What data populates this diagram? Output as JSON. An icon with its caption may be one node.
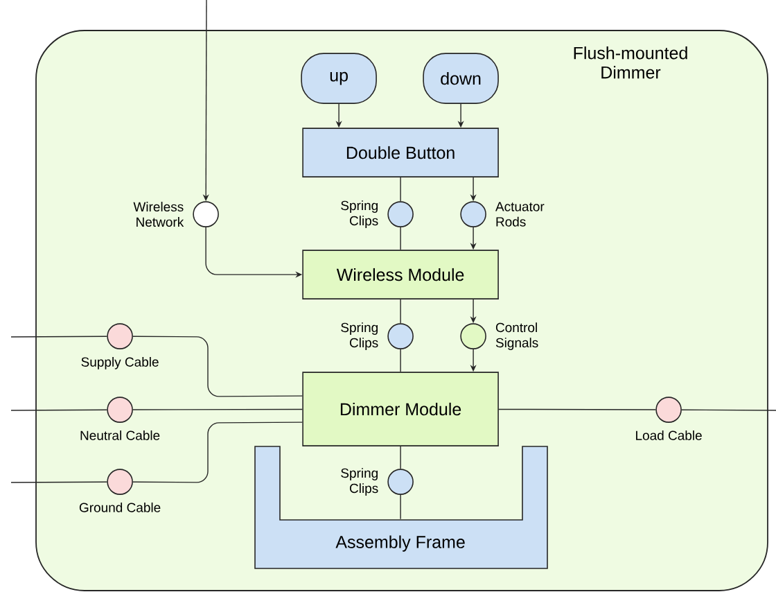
{
  "diagram": {
    "nodes": [
      {
        "text": [
          "Flush-mounted Dimmer"
        ]
      },
      {
        "text": [
          "up"
        ],
        "in": 0
      },
      {
        "text": [
          "down"
        ],
        "in": 0
      },
      {
        "text": [
          "Double Button"
        ],
        "in": 0
      },
      {
        "text": [],
        "shape": "circle",
        "beside": [
          "Wireless Network"
        ],
        "in": 0
      },
      {
        "text": [],
        "shape": "circle",
        "beside": [
          "Spring Clips"
        ],
        "in": 0
      },
      {
        "text": [],
        "shape": "circle",
        "beside": [
          "Actuator Rods"
        ],
        "in": 0
      },
      {
        "text": [
          "Wireless Module"
        ],
        "in": 0
      },
      {
        "text": [],
        "shape": "circle",
        "beside": [
          "Spring Clips"
        ],
        "in": 0
      },
      {
        "text": [],
        "shape": "circle",
        "beside": [
          "Control Signals"
        ],
        "in": 0
      },
      {
        "text": [],
        "shape": "circle",
        "beside": [
          "Supply Cable"
        ],
        "in": 0
      },
      {
        "text": [],
        "shape": "circle",
        "beside": [
          "Neutral Cable"
        ],
        "in": 0
      },
      {
        "text": [],
        "shape": "circle",
        "beside": [
          "Ground Cable"
        ],
        "in": 0
      },
      {
        "text": [
          "Dimmer Module"
        ],
        "in": 0
      },
      {
        "text": [],
        "shape": "circle",
        "beside": [
          "Load Cable"
        ],
        "in": 0
      },
      {
        "text": [],
        "shape": "circle",
        "in": 0
      },
      {
        "text": [
          "Assembly Frame"
        ],
        "in": 0
      }
    ],
    "labels": [
      "Spring Clips"
    ],
    "edges": [
      {
        "from": null,
        "to": 4,
        "arrow": "to"
      },
      {
        "from": 4,
        "to": 7,
        "arrow": "to"
      },
      {
        "from": 1,
        "to": 3,
        "arrow": "to"
      },
      {
        "from": 2,
        "to": 3,
        "arrow": "to"
      },
      {
        "from": 3,
        "to": 5,
        "arrow": "none"
      },
      {
        "from": 5,
        "to": 7,
        "arrow": "none"
      },
      {
        "from": 3,
        "to": 6,
        "arrow": "to"
      },
      {
        "from": 6,
        "to": 7,
        "arrow": "to"
      },
      {
        "from": 7,
        "to": 8,
        "arrow": "none"
      },
      {
        "from": 8,
        "to": 13,
        "arrow": "none"
      },
      {
        "from": 7,
        "to": 9,
        "arrow": "to"
      },
      {
        "from": 9,
        "to": 13,
        "arrow": "to"
      },
      {
        "from": null,
        "to": 10,
        "arrow": "none"
      },
      {
        "from": 10,
        "to": 13,
        "arrow": "none"
      },
      {
        "from": null,
        "to": 11,
        "arrow": "none"
      },
      {
        "from": 11,
        "to": 13,
        "arrow": "none"
      },
      {
        "from": null,
        "to": 12,
        "arrow": "none"
      },
      {
        "from": 12,
        "to": 13,
        "arrow": "none"
      },
      {
        "from": 13,
        "to": 14,
        "arrow": "none"
      },
      {
        "from": 14,
        "to": null,
        "arrow": "none"
      },
      {
        "from": 13,
        "to": 15,
        "arrow": "none"
      },
      {
        "from": 15,
        "to": 16,
        "arrow": "none"
      }
    ]
  }
}
